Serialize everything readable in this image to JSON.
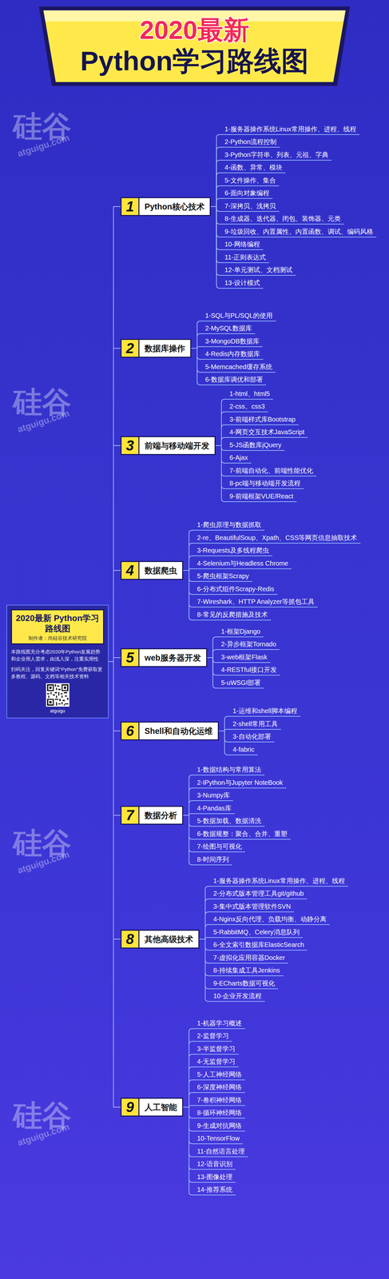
{
  "diagram": {
    "nodes": [
      {
        "text": [
          "2020最新",
          "Python学习路线图"
        ]
      },
      {
        "text": [
          "本路线图充分考虑2020年Python发展趋势和企业用人需求，由浅入深，注重实用性",
          "扫码关注，回复关键词“Python”免费获取更多教程、源码、文档等相关技术资料",
          "atguigu"
        ]
      },
      {
        "text": [
          "2020最新 Python学习路线图",
          "制作者：尚硅谷技术研究院"
        ],
        "in": 1
      },
      {
        "text": [
          "1",
          "Python核心技术"
        ]
      },
      {
        "text": [
          "1-服务器操作系统Linux常用操作、进程、线程"
        ]
      },
      {
        "text": [
          "2-Python流程控制"
        ]
      },
      {
        "text": [
          "3-Python字符串、列表、元祖、字典"
        ]
      },
      {
        "text": [
          "4-函数、异常、模块"
        ]
      },
      {
        "text": [
          "5-文件操作、集合"
        ]
      },
      {
        "text": [
          "6-面向对象编程"
        ]
      },
      {
        "text": [
          "7-深拷贝、浅拷贝"
        ]
      },
      {
        "text": [
          "8-生成器、迭代器、闭包、装饰器、元类"
        ]
      },
      {
        "text": [
          "9-垃圾回收、内置属性、内置函数、调试、编码风格"
        ]
      },
      {
        "text": [
          "10-网络编程"
        ]
      },
      {
        "text": [
          "11-正则表达式"
        ]
      },
      {
        "text": [
          "12-单元测试、文档测试"
        ]
      },
      {
        "text": [
          "13-设计模式"
        ]
      },
      {
        "text": [
          "2",
          "数据库操作"
        ]
      },
      {
        "text": [
          "1-SQL与PL/SQL的使用"
        ]
      },
      {
        "text": [
          "2-MySQL数据库"
        ]
      },
      {
        "text": [
          "3-MongoDB数据库"
        ]
      },
      {
        "text": [
          "4-Redis内存数据库"
        ]
      },
      {
        "text": [
          "5-Memcached缓存系统"
        ]
      },
      {
        "text": [
          "6-数据库调优和部署"
        ]
      },
      {
        "text": [
          "3",
          "前端与移动端开发"
        ]
      },
      {
        "text": [
          "1-html、html5"
        ]
      },
      {
        "text": [
          "2-css、css3"
        ]
      },
      {
        "text": [
          "3-前端样式库Bootstrap"
        ]
      },
      {
        "text": [
          "4-网页交互技术JavaScript"
        ]
      },
      {
        "text": [
          "5-JS函数库jQuery"
        ]
      },
      {
        "text": [
          "6-Ajax"
        ]
      },
      {
        "text": [
          "7-前端自动化、前端性能优化"
        ]
      },
      {
        "text": [
          "8-pc端与移动端开发流程"
        ]
      },
      {
        "text": [
          "9-前端框架VUE/React"
        ]
      },
      {
        "text": [
          "4",
          "数据爬虫"
        ]
      },
      {
        "text": [
          "1-爬虫原理与数据抓取"
        ]
      },
      {
        "text": [
          "2-re、BeautifulSoup、Xpath、CSS等网页信息抽取技术"
        ]
      },
      {
        "text": [
          "3-Requests及多线程爬虫"
        ]
      },
      {
        "text": [
          "4-Selenium与Headless Chrome"
        ]
      },
      {
        "text": [
          "5-爬虫框架Scrapy"
        ]
      },
      {
        "text": [
          "6-分布式组件Scrapy-Redis"
        ]
      },
      {
        "text": [
          "7-Wireshark、HTTP Analyzer等抓包工具"
        ]
      },
      {
        "text": [
          "8-常见的反爬措施及技术"
        ]
      },
      {
        "text": [
          "5",
          "web服务器开发"
        ]
      },
      {
        "text": [
          "1-框架Django"
        ]
      },
      {
        "text": [
          "2-异步框架Tornado"
        ]
      },
      {
        "text": [
          "3-web框架Flask"
        ]
      },
      {
        "text": [
          "4-RESTful接口开发"
        ]
      },
      {
        "text": [
          "5-uWSGI部署"
        ]
      },
      {
        "text": [
          "6",
          "Shell和自动化运维"
        ]
      },
      {
        "text": [
          "1-运维和shell脚本编程"
        ]
      },
      {
        "text": [
          "2-shell常用工具"
        ]
      },
      {
        "text": [
          "3-自动化部署"
        ]
      },
      {
        "text": [
          "4-fabric"
        ]
      },
      {
        "text": [
          "7",
          "数据分析"
        ]
      },
      {
        "text": [
          "1-数据结构与常用算法"
        ]
      },
      {
        "text": [
          "2-IPython与Jupyter NoteBook"
        ]
      },
      {
        "text": [
          "3-Numpy库"
        ]
      },
      {
        "text": [
          "4-Pandas库"
        ]
      },
      {
        "text": [
          "5-数据加载、数据清洗"
        ]
      },
      {
        "text": [
          "6-数据规整：聚合、合并、重塑"
        ]
      },
      {
        "text": [
          "7-绘图与可视化"
        ]
      },
      {
        "text": [
          "8-时间序列"
        ]
      },
      {
        "text": [
          "8",
          "其他高级技术"
        ]
      },
      {
        "text": [
          "1-服务器操作系统Linux常用操作、进程、线程"
        ]
      },
      {
        "text": [
          "2-分布式版本管理工具git/github"
        ]
      },
      {
        "text": [
          "3-集中式版本管理软件SVN"
        ]
      },
      {
        "text": [
          "4-Nginx反向代理、负载均衡、动静分离"
        ]
      },
      {
        "text": [
          "5-RabbitMQ、Celery消息队列"
        ]
      },
      {
        "text": [
          "6-全文索引数据库ElasticSearch"
        ]
      },
      {
        "text": [
          "7-虚拟化应用容器Docker"
        ]
      },
      {
        "text": [
          "8-持续集成工具Jenkins"
        ]
      },
      {
        "text": [
          "9-ECharts数据可视化"
        ]
      },
      {
        "text": [
          "10-企业开发流程"
        ]
      },
      {
        "text": [
          "9",
          "人工智能"
        ]
      },
      {
        "text": [
          "1-机器学习概述"
        ]
      },
      {
        "text": [
          "2-监督学习"
        ]
      },
      {
        "text": [
          "3-半监督学习"
        ]
      },
      {
        "text": [
          "4-无监督学习"
        ]
      },
      {
        "text": [
          "5-人工神经网络"
        ]
      },
      {
        "text": [
          "6-深度神经网络"
        ]
      },
      {
        "text": [
          "7-卷积神经网络"
        ]
      },
      {
        "text": [
          "8-循环神经网络"
        ]
      },
      {
        "text": [
          "9-生成对抗网络"
        ]
      },
      {
        "text": [
          "10-TensorFlow"
        ]
      },
      {
        "text": [
          "11-自然语言处理"
        ]
      },
      {
        "text": [
          "12-语音识别"
        ]
      },
      {
        "text": [
          "13-图像处理"
        ]
      },
      {
        "text": [
          "14-推荐系统"
        ]
      }
    ],
    "edges": [
      {
        "from": 1,
        "to": 3,
        "arrow": "none"
      },
      {
        "from": 1,
        "to": 17,
        "arrow": "none"
      },
      {
        "from": 1,
        "to": 24,
        "arrow": "none"
      },
      {
        "from": 1,
        "to": 34,
        "arrow": "none"
      },
      {
        "from": 1,
        "to": 43,
        "arrow": "none"
      },
      {
        "from": 1,
        "to": 49,
        "arrow": "none"
      },
      {
        "from": 1,
        "to": 54,
        "arrow": "none"
      },
      {
        "from": 1,
        "to": 63,
        "arrow": "none"
      },
      {
        "from": 1,
        "to": 74,
        "arrow": "none"
      },
      {
        "from": 3,
        "to": 4,
        "arrow": "none"
      },
      {
        "from": 3,
        "to": 5,
        "arrow": "none"
      },
      {
        "from": 3,
        "to": 6,
        "arrow": "none"
      },
      {
        "from": 3,
        "to": 7,
        "arrow": "none"
      },
      {
        "from": 3,
        "to": 8,
        "arrow": "none"
      },
      {
        "from": 3,
        "to": 9,
        "arrow": "none"
      },
      {
        "from": 3,
        "to": 10,
        "arrow": "none"
      },
      {
        "from": 3,
        "to": 11,
        "arrow": "none"
      },
      {
        "from": 3,
        "to": 12,
        "arrow": "none"
      },
      {
        "from": 3,
        "to": 13,
        "arrow": "none"
      },
      {
        "from": 3,
        "to": 14,
        "arrow": "none"
      },
      {
        "from": 3,
        "to": 15,
        "arrow": "none"
      },
      {
        "from": 3,
        "to": 16,
        "arrow": "none"
      },
      {
        "from": 17,
        "to": 18,
        "arrow": "none"
      },
      {
        "from": 17,
        "to": 19,
        "arrow": "none"
      },
      {
        "from": 17,
        "to": 20,
        "arrow": "none"
      },
      {
        "from": 17,
        "to": 21,
        "arrow": "none"
      },
      {
        "from": 17,
        "to": 22,
        "arrow": "none"
      },
      {
        "from": 17,
        "to": 23,
        "arrow": "none"
      },
      {
        "from": 24,
        "to": 25,
        "arrow": "none"
      },
      {
        "from": 24,
        "to": 26,
        "arrow": "none"
      },
      {
        "from": 24,
        "to": 27,
        "arrow": "none"
      },
      {
        "from": 24,
        "to": 28,
        "arrow": "none"
      },
      {
        "from": 24,
        "to": 29,
        "arrow": "none"
      },
      {
        "from": 24,
        "to": 30,
        "arrow": "none"
      },
      {
        "from": 24,
        "to": 31,
        "arrow": "none"
      },
      {
        "from": 24,
        "to": 32,
        "arrow": "none"
      },
      {
        "from": 24,
        "to": 33,
        "arrow": "none"
      },
      {
        "from": 34,
        "to": 35,
        "arrow": "none"
      },
      {
        "from": 34,
        "to": 36,
        "arrow": "none"
      },
      {
        "from": 34,
        "to": 37,
        "arrow": "none"
      },
      {
        "from": 34,
        "to": 38,
        "arrow": "none"
      },
      {
        "from": 34,
        "to": 39,
        "arrow": "none"
      },
      {
        "from": 34,
        "to": 40,
        "arrow": "none"
      },
      {
        "from": 34,
        "to": 41,
        "arrow": "none"
      },
      {
        "from": 34,
        "to": 42,
        "arrow": "none"
      },
      {
        "from": 43,
        "to": 44,
        "arrow": "none"
      },
      {
        "from": 43,
        "to": 45,
        "arrow": "none"
      },
      {
        "from": 43,
        "to": 46,
        "arrow": "none"
      },
      {
        "from": 43,
        "to": 47,
        "arrow": "none"
      },
      {
        "from": 43,
        "to": 48,
        "arrow": "none"
      },
      {
        "from": 49,
        "to": 50,
        "arrow": "none"
      },
      {
        "from": 49,
        "to": 51,
        "arrow": "none"
      },
      {
        "from": 49,
        "to": 52,
        "arrow": "none"
      },
      {
        "from": 49,
        "to": 53,
        "arrow": "none"
      },
      {
        "from": 54,
        "to": 55,
        "arrow": "none"
      },
      {
        "from": 54,
        "to": 56,
        "arrow": "none"
      },
      {
        "from": 54,
        "to": 57,
        "arrow": "none"
      },
      {
        "from": 54,
        "to": 58,
        "arrow": "none"
      },
      {
        "from": 54,
        "to": 59,
        "arrow": "none"
      },
      {
        "from": 54,
        "to": 60,
        "arrow": "none"
      },
      {
        "from": 54,
        "to": 61,
        "arrow": "none"
      },
      {
        "from": 54,
        "to": 62,
        "arrow": "none"
      },
      {
        "from": 63,
        "to": 64,
        "arrow": "none"
      },
      {
        "from": 63,
        "to": 65,
        "arrow": "none"
      },
      {
        "from": 63,
        "to": 66,
        "arrow": "none"
      },
      {
        "from": 63,
        "to": 67,
        "arrow": "none"
      },
      {
        "from": 63,
        "to": 68,
        "arrow": "none"
      },
      {
        "from": 63,
        "to": 69,
        "arrow": "none"
      },
      {
        "from": 63,
        "to": 70,
        "arrow": "none"
      },
      {
        "from": 63,
        "to": 71,
        "arrow": "none"
      },
      {
        "from": 63,
        "to": 72,
        "arrow": "none"
      },
      {
        "from": 63,
        "to": 73,
        "arrow": "none"
      },
      {
        "from": 74,
        "to": 75,
        "arrow": "none"
      },
      {
        "from": 74,
        "to": 76,
        "arrow": "none"
      },
      {
        "from": 74,
        "to": 77,
        "arrow": "none"
      },
      {
        "from": 74,
        "to": 78,
        "arrow": "none"
      },
      {
        "from": 74,
        "to": 79,
        "arrow": "none"
      },
      {
        "from": 74,
        "to": 80,
        "arrow": "none"
      },
      {
        "from": 74,
        "to": 81,
        "arrow": "none"
      },
      {
        "from": 74,
        "to": 82,
        "arrow": "none"
      },
      {
        "from": 74,
        "to": 83,
        "arrow": "none"
      },
      {
        "from": 74,
        "to": 84,
        "arrow": "none"
      },
      {
        "from": 74,
        "to": 85,
        "arrow": "none"
      },
      {
        "from": 74,
        "to": 86,
        "arrow": "none"
      },
      {
        "from": 74,
        "to": 87,
        "arrow": "none"
      },
      {
        "from": 74,
        "to": 88,
        "arrow": "none"
      }
    ],
    "labels": [
      "硅谷",
      "atguigu.com",
      "硅谷",
      "atguigu.com",
      "硅谷",
      "atguigu.com",
      "硅谷",
      "atguigu.com"
    ]
  }
}
